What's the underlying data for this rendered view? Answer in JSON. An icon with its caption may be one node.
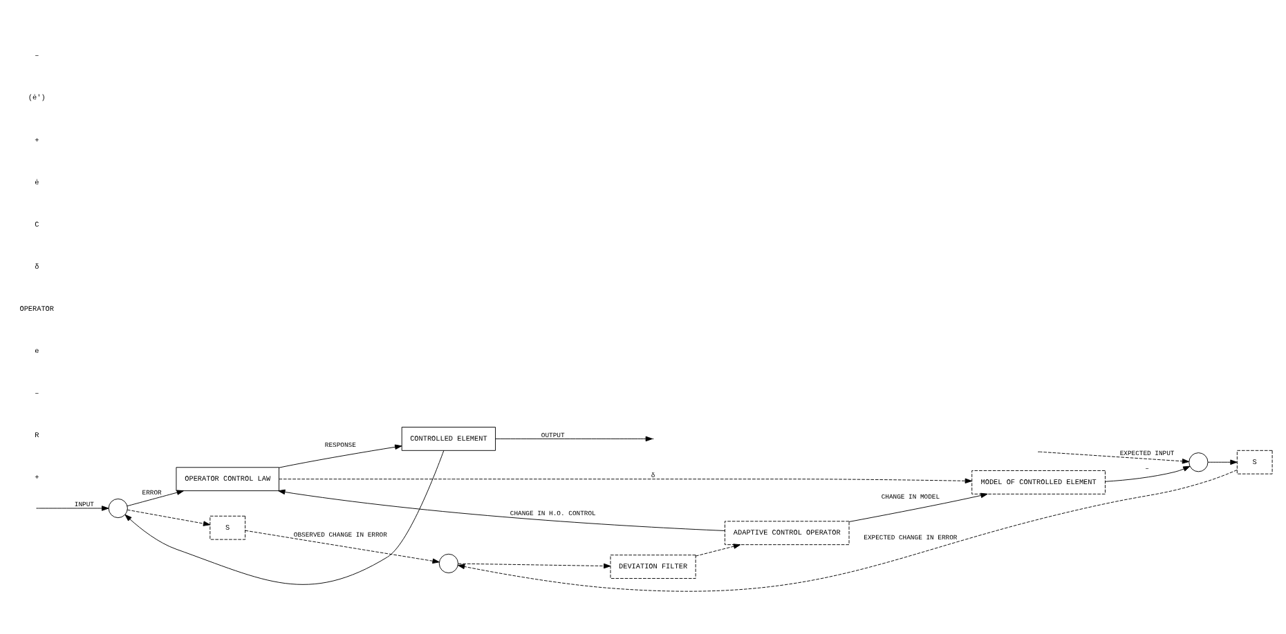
{
  "diagram": {
    "nodes": [
      {
        "text": [],
        "shape": "circle"
      },
      {
        "text": [
          "OPERATOR CONTROL LAW"
        ]
      },
      {
        "text": [
          "CONTROLLED ELEMENT"
        ]
      },
      {
        "text": [
          "S"
        ]
      },
      {
        "text": [],
        "shape": "circle"
      },
      {
        "text": [
          "DEVIATION FILTER"
        ]
      },
      {
        "text": [
          "ADAPTIVE CONTROL OPERATOR"
        ]
      },
      {
        "text": [
          "MODEL OF CONTROLLED ELEMENT"
        ]
      },
      {
        "text": [],
        "shape": "circle"
      },
      {
        "text": [
          "S"
        ]
      }
    ],
    "edges": [
      {
        "from": null,
        "to": 0,
        "arrow": "to",
        "label": "INPUT"
      },
      {
        "from": 0,
        "to": 1,
        "arrow": "to",
        "label": "ERROR"
      },
      {
        "from": 1,
        "to": 2,
        "arrow": "to",
        "label": "RESPONSE"
      },
      {
        "from": 2,
        "to": null,
        "arrow": "to",
        "label": "OUTPUT"
      },
      {
        "from": 2,
        "to": 0,
        "arrow": "to"
      },
      {
        "from": 0,
        "to": 3,
        "arrow": "to",
        "style": "dashed"
      },
      {
        "from": 3,
        "to": 4,
        "arrow": "to",
        "style": "dashed",
        "label": "OBSERVED CHANGE IN ERROR"
      },
      {
        "from": 9,
        "to": 4,
        "arrow": "to",
        "style": "dashed",
        "label": "EXPECTED CHANGE IN ERROR"
      },
      {
        "from": 4,
        "to": 5,
        "arrow": "to",
        "style": "dashed"
      },
      {
        "from": 5,
        "to": 6,
        "arrow": "to",
        "style": "dashed"
      },
      {
        "from": 6,
        "to": 1,
        "arrow": "to",
        "label": "CHANGE IN H.O. CONTROL"
      },
      {
        "from": 6,
        "to": 7,
        "arrow": "to",
        "label": "CHANGE IN MODEL"
      },
      {
        "from": 1,
        "to": 7,
        "arrow": "to",
        "style": "dashed",
        "label": "δ"
      },
      {
        "from": null,
        "to": 8,
        "arrow": "to",
        "style": "dashed",
        "label": "EXPECTED INPUT"
      },
      {
        "from": 7,
        "to": 8,
        "arrow": "to",
        "label": "–"
      },
      {
        "from": 8,
        "to": 9,
        "arrow": "to"
      }
    ],
    "labels": [
      "+",
      "R",
      "–",
      "e",
      "OPERATOR",
      "δ",
      "C",
      "ė",
      "+",
      "(ė')",
      "–"
    ]
  }
}
